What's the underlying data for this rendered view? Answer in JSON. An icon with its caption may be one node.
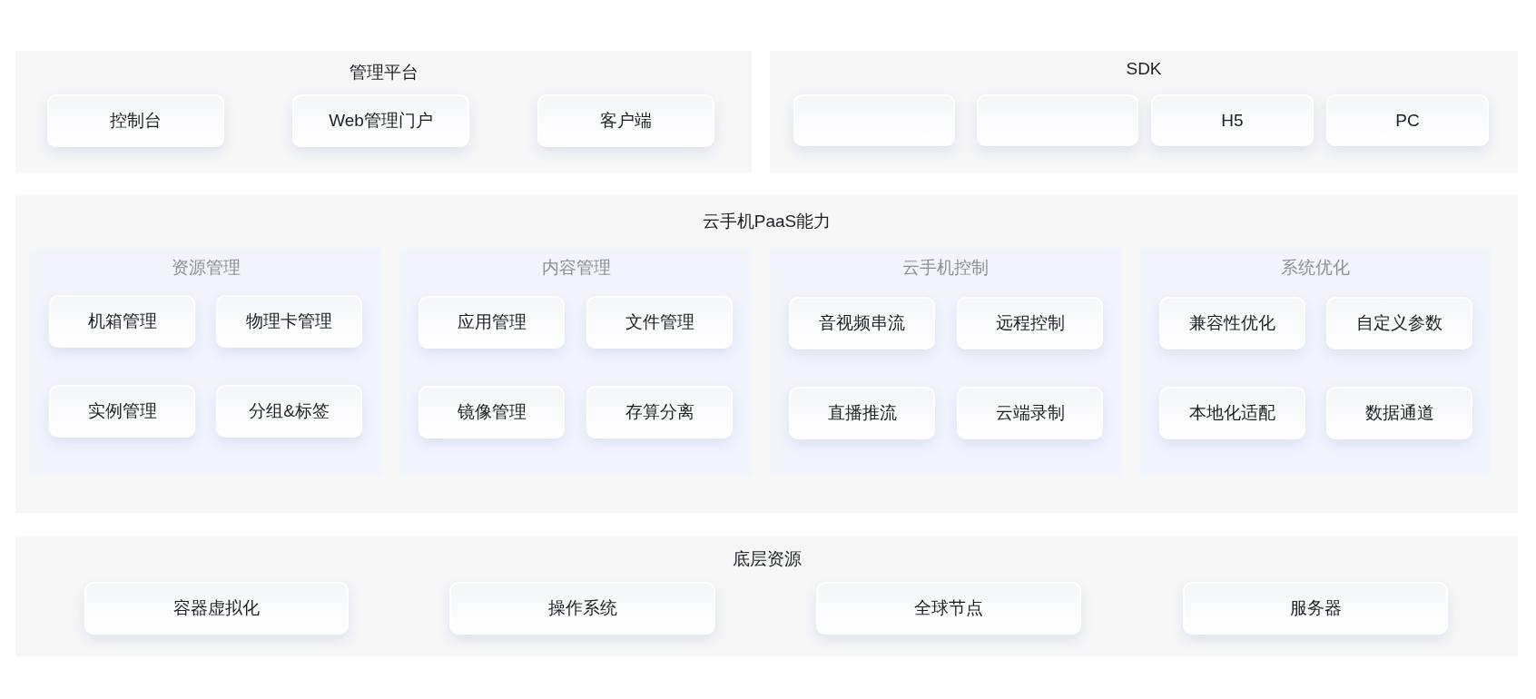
{
  "diagram": {
    "nodes": [
      {
        "text": [
          "管理平台"
        ]
      },
      {
        "text": [
          "控制台"
        ],
        "in": 0
      },
      {
        "text": [
          "Web管理门户"
        ],
        "in": 0
      },
      {
        "text": [
          "客户端"
        ],
        "in": 0
      },
      {
        "text": [
          "SDK"
        ]
      },
      {
        "text": [],
        "shape": "box",
        "in": 4
      },
      {
        "text": [],
        "shape": "box",
        "in": 4
      },
      {
        "text": [
          "H5"
        ],
        "in": 4
      },
      {
        "text": [
          "PC"
        ],
        "in": 4
      },
      {
        "text": [
          "云手机PaaS能力"
        ]
      },
      {
        "text": [
          "资源管理"
        ],
        "in": 9
      },
      {
        "text": [
          "机箱管理"
        ],
        "in": 10
      },
      {
        "text": [
          "物理卡管理"
        ],
        "in": 10
      },
      {
        "text": [
          "实例管理"
        ],
        "in": 10
      },
      {
        "text": [
          "分组&标签"
        ],
        "in": 10
      },
      {
        "text": [
          "内容管理"
        ],
        "in": 9
      },
      {
        "text": [
          "应用管理"
        ],
        "in": 15
      },
      {
        "text": [
          "文件管理"
        ],
        "in": 15
      },
      {
        "text": [
          "镜像管理"
        ],
        "in": 15
      },
      {
        "text": [
          "存算分离"
        ],
        "in": 15
      },
      {
        "text": [
          "云手机控制"
        ],
        "in": 9
      },
      {
        "text": [
          "音视频串流"
        ],
        "in": 20
      },
      {
        "text": [
          "远程控制"
        ],
        "in": 20
      },
      {
        "text": [
          "直播推流"
        ],
        "in": 20
      },
      {
        "text": [
          "云端录制"
        ],
        "in": 20
      },
      {
        "text": [
          "系统优化"
        ],
        "in": 9
      },
      {
        "text": [
          "兼容性优化"
        ],
        "in": 25
      },
      {
        "text": [
          "自定义参数"
        ],
        "in": 25
      },
      {
        "text": [
          "本地化适配"
        ],
        "in": 25
      },
      {
        "text": [
          "数据通道"
        ],
        "in": 25
      },
      {
        "text": [
          "底层资源"
        ]
      },
      {
        "text": [
          "容器虚拟化"
        ],
        "in": 30
      },
      {
        "text": [
          "操作系统"
        ],
        "in": 30
      },
      {
        "text": [
          "全球节点"
        ],
        "in": 30
      },
      {
        "text": [
          "服务器"
        ],
        "in": 30
      }
    ]
  }
}
